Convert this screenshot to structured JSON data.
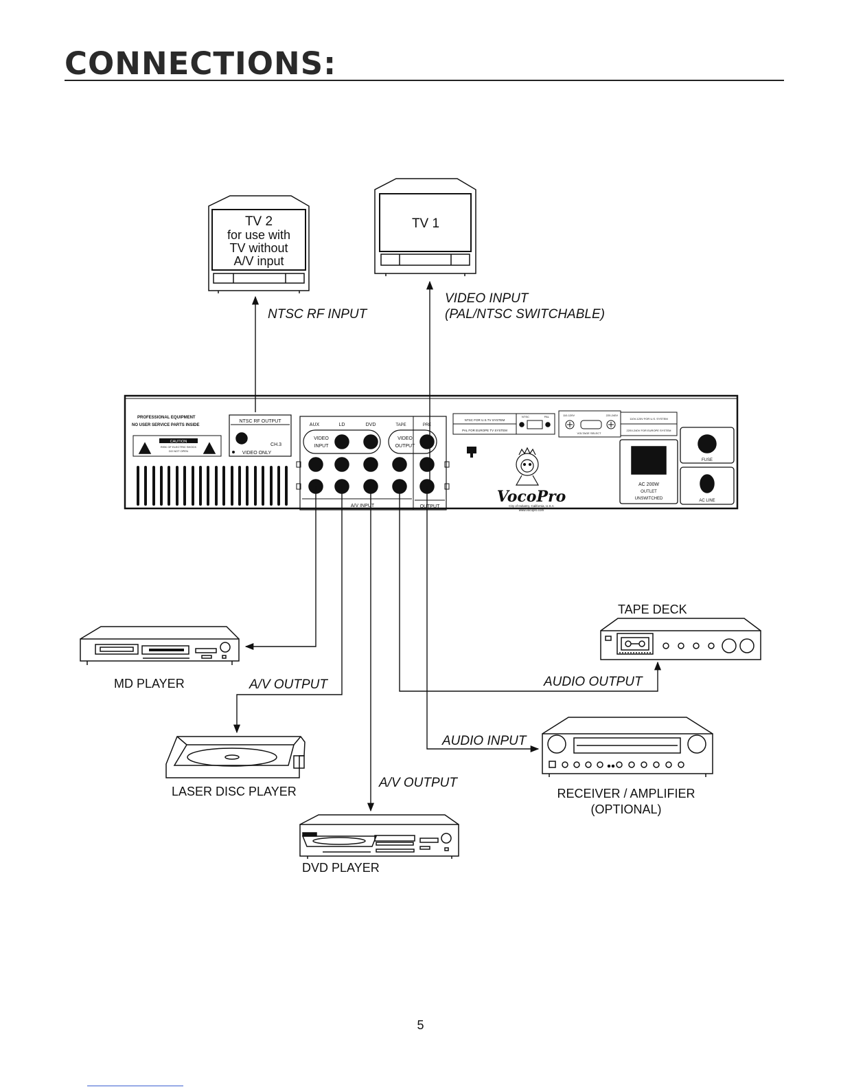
{
  "page": {
    "title": "CONNECTIONS:",
    "page_number": "5"
  },
  "tv2": {
    "line1": "TV 2",
    "line2": "for use with",
    "line3": "TV without",
    "line4": "A/V input"
  },
  "tv1": {
    "label": "TV 1"
  },
  "labels": {
    "ntsc_rf_input": "NTSC RF INPUT",
    "video_input": "VIDEO INPUT",
    "video_input_sub": "(PAL/NTSC SWITCHABLE)",
    "av_output_left": "A/V OUTPUT",
    "av_output_center": "A/V OUTPUT",
    "audio_output": "AUDIO OUTPUT",
    "audio_input": "AUDIO INPUT"
  },
  "devices": {
    "md_player": "MD PLAYER",
    "laser_disc_player": "LASER DISC PLAYER",
    "dvd_player": "DVD PLAYER",
    "tape_deck": "TAPE DECK",
    "receiver_line1": "RECEIVER / AMPLIFIER",
    "receiver_line2": "(OPTIONAL)"
  },
  "rear_panel": {
    "warning_line1": "PROFESSIONAL EQUIPMENT",
    "warning_line2": "NO USER SERVICE PARTS INSIDE",
    "caution": "CAUTION",
    "caution_sub1": "RISK OF ELECTRIC SHOCK",
    "caution_sub2": "DO NOT OPEN",
    "ntsc_rf_output": "NTSC RF OUTPUT",
    "ch3": "CH.3",
    "video_only": "VIDEO ONLY",
    "col_aux": "AUX",
    "col_ld": "LD",
    "col_dvd": "DVD",
    "col_tape": "TAPE",
    "col_pre": "PRE",
    "video_input_box1": "VIDEO",
    "video_input_box2": "INPUT",
    "video_output_box1": "VIDEO",
    "video_output_box2": "OUTPUT",
    "av_input": "A/V INPUT",
    "output": "OUTPUT",
    "ntsc_us": "NTSC FOR U.S.TV SYSTEM",
    "pal_europe": "PAL FOR EUROPE TV SYSTEM",
    "sw_ntsc": "NTSC",
    "sw_pal": "PAL",
    "v110": "110-120V",
    "v220": "220-240V",
    "voltage_select": "VOLTAGE SELECT",
    "v110_us": "110V-120V FOR U.S. SYSTEM",
    "v220_eu": "220V-240V FOR EUROPE SYSTEM",
    "ac_outlet1": "AC 200W",
    "ac_outlet2": "OUTLET",
    "ac_outlet3": "UNSWITCHED",
    "fuse": "FUSE",
    "ac_line": "AC LINE",
    "brand": "VocoPro",
    "brand_sub1": "City of Industry, California, U.S.A",
    "brand_sub2": "www.vocopro.com"
  }
}
